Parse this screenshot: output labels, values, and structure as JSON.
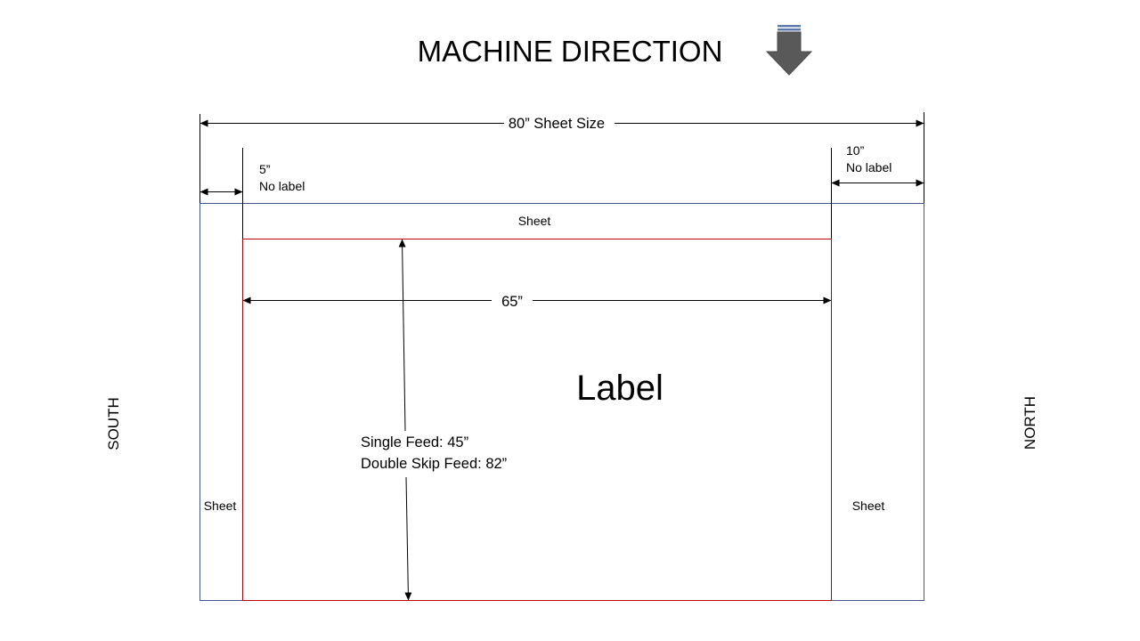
{
  "header": {
    "title": "MACHINE DIRECTION",
    "arrow_icon": "down-arrow-icon"
  },
  "dimensions": {
    "sheet_size": "80” Sheet Size",
    "left_margin_value": "5”",
    "left_margin_note": "No label",
    "right_margin_value": "10”",
    "right_margin_note": "No label",
    "label_width": "65”",
    "single_feed": "Single Feed: 45”",
    "double_feed": "Double Skip Feed: 82”"
  },
  "regions": {
    "top_sheet": "Sheet",
    "left_sheet": "Sheet",
    "right_sheet": "Sheet",
    "label": "Label"
  },
  "sides": {
    "south": "SOUTH",
    "north": "NORTH"
  },
  "colors": {
    "sheet_outline": "#41598a",
    "label_outline": "#c00000",
    "arrow_fill": "#595959",
    "arrow_stripe": "#5b7bb0",
    "line": "#000000"
  }
}
